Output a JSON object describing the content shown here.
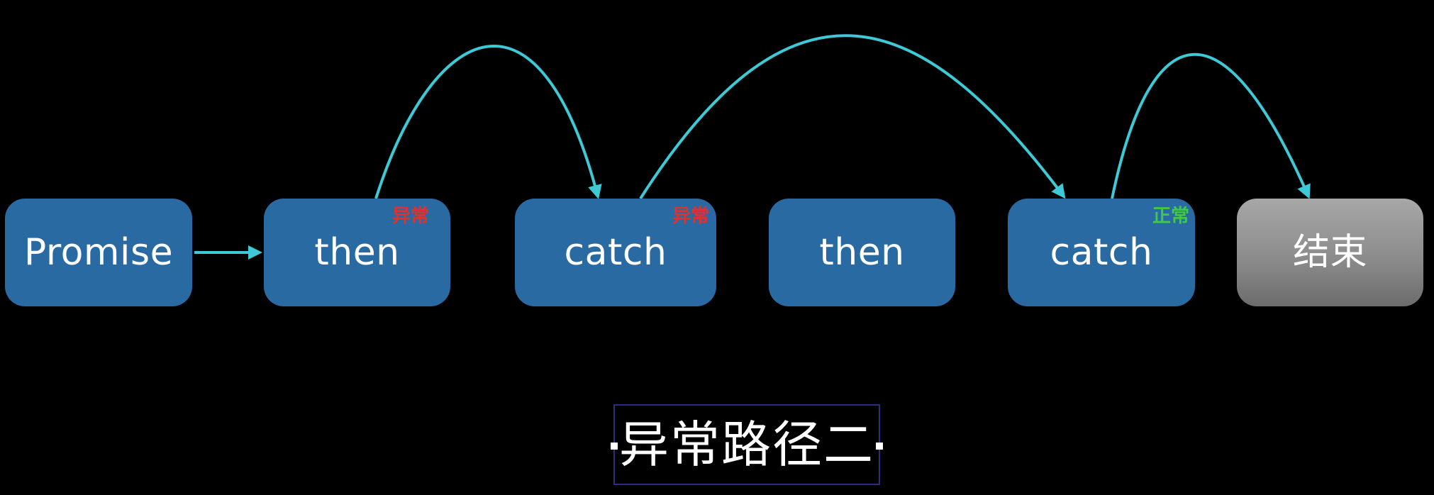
{
  "nodes": [
    {
      "id": "n1",
      "label": "Promise",
      "badge": "",
      "badge_color": ""
    },
    {
      "id": "n2",
      "label": "then",
      "badge": "异常",
      "badge_color": "#e03030"
    },
    {
      "id": "n3",
      "label": "catch",
      "badge": "异常",
      "badge_color": "#e03030"
    },
    {
      "id": "n4",
      "label": "then",
      "badge": "",
      "badge_color": ""
    },
    {
      "id": "n5",
      "label": "catch",
      "badge": "正常",
      "badge_color": "#3fc94a"
    },
    {
      "id": "n6",
      "label": "结束",
      "badge": "",
      "badge_color": ""
    }
  ],
  "edges": [
    {
      "from": "Promise",
      "to": "then"
    },
    {
      "from": "then",
      "to": "catch"
    },
    {
      "from": "catch",
      "to": "catch"
    },
    {
      "from": "catch",
      "to": "结束"
    }
  ],
  "colors": {
    "node_fill": "#2a6aa3",
    "end_node_fill": "#8c8c8c",
    "arrow": "#3ec9d6",
    "background": "#000000"
  },
  "caption": "异常路径二"
}
